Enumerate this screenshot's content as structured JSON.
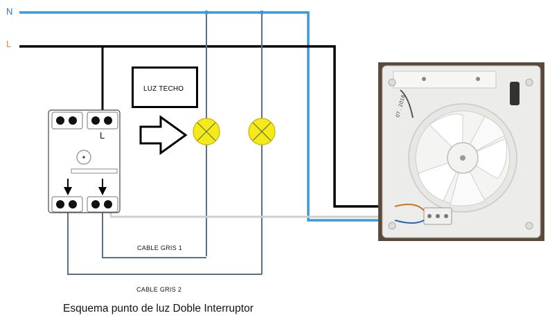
{
  "diagram": {
    "neutral_label": "N",
    "live_label": "L",
    "lamp_box_label": "LUZ TECHO",
    "switch_terminal_label": "L",
    "cable_1_label": "CABLE GRIS 1",
    "cable_2_label": "CABLE GRIS 2",
    "caption": "Esquema punto de luz Doble Interruptor",
    "fan_date_mark": "07 . 2018"
  },
  "colors": {
    "neutral_wire": "#3a9ad9",
    "live_wire": "#000000",
    "switch_wire": "#56708f",
    "return_wire": "#cfcfcf",
    "neutral_text": "#2e6fd6",
    "live_text": "#e0883a",
    "lamp_fill": "#f4ea1a",
    "fan_panel": "#ececea"
  },
  "icons": {
    "arrow": "right-arrow-icon",
    "lamp": "lamp-icon",
    "fan": "extractor-fan-icon",
    "double_switch": "double-switch-icon"
  }
}
